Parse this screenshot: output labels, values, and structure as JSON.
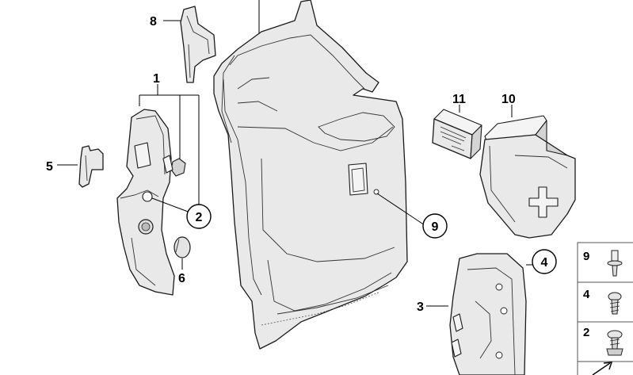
{
  "diagram": {
    "callouts": [
      {
        "id": "c1",
        "label": "1",
        "circled": false
      },
      {
        "id": "c2",
        "label": "2",
        "circled": true
      },
      {
        "id": "c3",
        "label": "3",
        "circled": false
      },
      {
        "id": "c4",
        "label": "4",
        "circled": true
      },
      {
        "id": "c5",
        "label": "5",
        "circled": false
      },
      {
        "id": "c6",
        "label": "6",
        "circled": false
      },
      {
        "id": "c8",
        "label": "8",
        "circled": false
      },
      {
        "id": "c9",
        "label": "9",
        "circled": true
      },
      {
        "id": "c10",
        "label": "10",
        "circled": false
      },
      {
        "id": "c11",
        "label": "11",
        "circled": false
      }
    ],
    "fastener_panel": [
      {
        "label": "9",
        "icon": "push-rivet-icon"
      },
      {
        "label": "4",
        "icon": "plastic-screw-icon"
      },
      {
        "label": "2",
        "icon": "expanding-nut-screw-icon"
      }
    ],
    "part_icons": {
      "first_aid_cross": "plus-icon",
      "warning_triangle_box": "box-icon"
    }
  }
}
